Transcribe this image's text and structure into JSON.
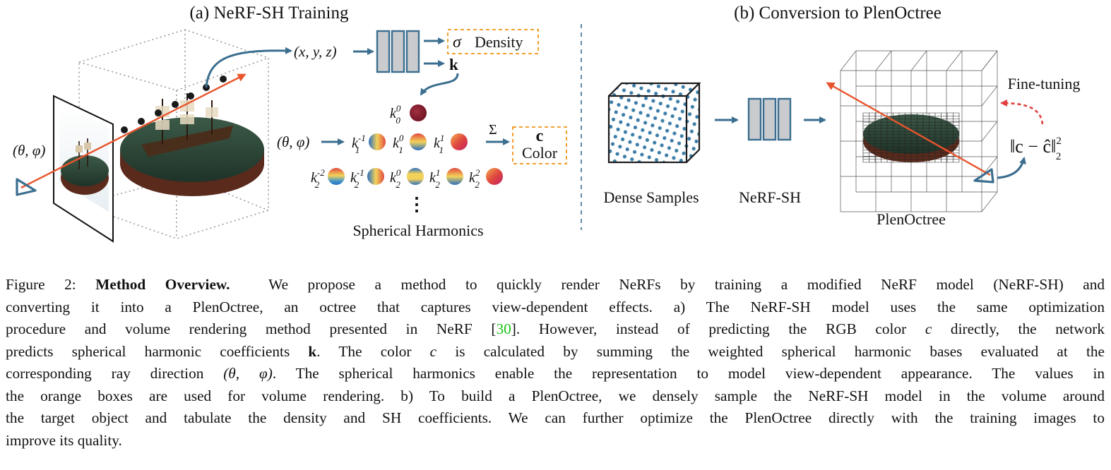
{
  "panel_a": {
    "title": "(a) NeRF-SH Training",
    "xyz_label": "(x, y, z)",
    "sigma_symbol": "σ",
    "density_label": "Density",
    "k_label": "k",
    "k00_label": "k",
    "theta_phi_input": "(θ, φ)",
    "theta_phi_camera": "(θ, φ)",
    "sum_symbol": "Σ",
    "c_symbol": "c",
    "color_label": "Color",
    "sh_label": "Spherical Harmonics",
    "ellipsis": "⋮",
    "band1": [
      {
        "sup": "-1",
        "sub": "1"
      },
      {
        "sup": "0",
        "sub": "1"
      },
      {
        "sup": "1",
        "sub": "1"
      }
    ],
    "band2": [
      {
        "sup": "-2",
        "sub": "2"
      },
      {
        "sup": "-1",
        "sub": "2"
      },
      {
        "sup": "0",
        "sub": "2"
      },
      {
        "sup": "1",
        "sub": "2"
      },
      {
        "sup": "2",
        "sub": "2"
      }
    ]
  },
  "panel_b": {
    "title": "(b) Conversion to PlenOctree",
    "dense_label": "Dense Samples",
    "nerf_sh_label": "NeRF-SH",
    "plenoctree_label": "PlenOctree",
    "finetune_label": "Fine-tuning",
    "loss_label": "‖c − ĉ‖",
    "loss_sup": "2",
    "loss_sub": "2"
  },
  "colors": {
    "arrow_blue": "#3b6e8f",
    "ray_orange": "#e8552d",
    "box_orange": "#f0a030",
    "network_fill": "#c9cbce",
    "sh_center": "#7a1a2a",
    "cite_green": "#19c419",
    "finetune_red": "#e04040"
  },
  "caption": {
    "fig_label": "Figure 2:",
    "bold_title": "Method Overview.",
    "l1": "We propose a method to quickly render NeRFs by training a modified NeRF model (NeRF-SH) and",
    "l2": "converting it into a PlenOctree, an octree that captures view-dependent effects.  a) The NeRF-SH model uses the same optimization",
    "l3a": "procedure and volume rendering method presented in NeRF [",
    "cite": "30",
    "l3b": "].  However, instead of predicting the RGB color ",
    "l3c": "c",
    "l3d": " directly, the network",
    "l4a": "predicts spherical harmonic coefficients ",
    "l4k": "k",
    "l4b": ". The color ",
    "l4c": "c",
    "l4d": " is calculated by summing the weighted spherical harmonic bases evaluated at the",
    "l5a": "corresponding ray direction ",
    "l5m": "(θ, φ)",
    "l5b": ". The spherical harmonics enable the representation to model view-dependent appearance. The values in",
    "l6": "the orange boxes are used for volume rendering.  b) To build a PlenOctree, we densely sample the NeRF-SH model in the volume around",
    "l7": "the target object and tabulate the density and SH coefficients. We can further optimize the PlenOctree directly with the training images to",
    "l8": "improve its quality."
  }
}
